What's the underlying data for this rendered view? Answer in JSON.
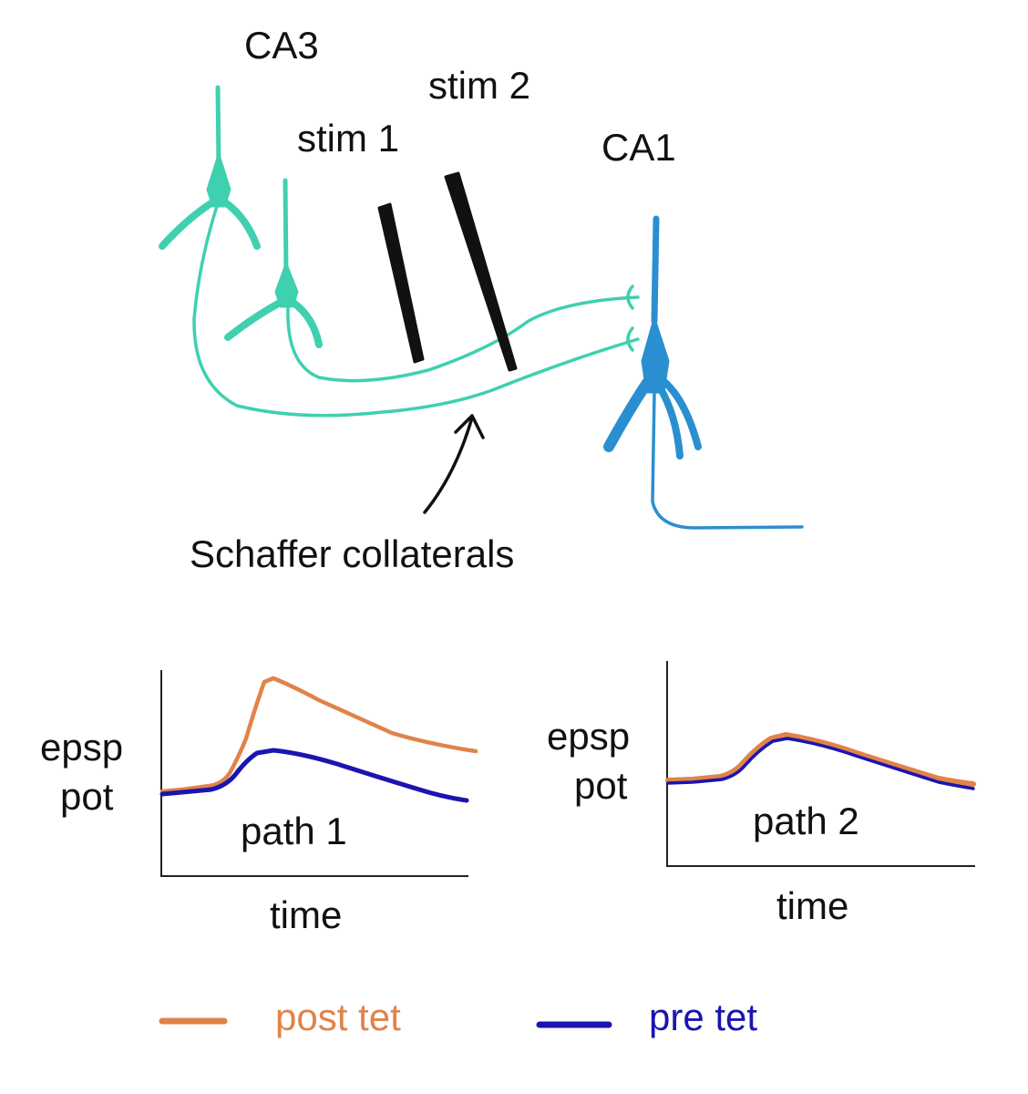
{
  "diagram": {
    "labels": {
      "ca3": "CA3",
      "ca1": "CA1",
      "stim1": "stim 1",
      "stim2": "stim 2",
      "schaffer": "Schaffer collaterals"
    },
    "colors": {
      "ca3_neuron": "#3fd0b0",
      "ca1_neuron": "#2a8fd0",
      "stim_electrode": "#111111",
      "post_tet": "#e0834a",
      "pre_tet": "#1a14b0"
    }
  },
  "plots": [
    {
      "ylabel_line1": "epsp",
      "ylabel_line2": "pot",
      "label": "path 1",
      "xlabel": "time"
    },
    {
      "ylabel_line1": "epsp",
      "ylabel_line2": "pot",
      "label": "path 2",
      "xlabel": "time"
    }
  ],
  "legend": {
    "post": "post tet",
    "pre": "pre tet"
  }
}
